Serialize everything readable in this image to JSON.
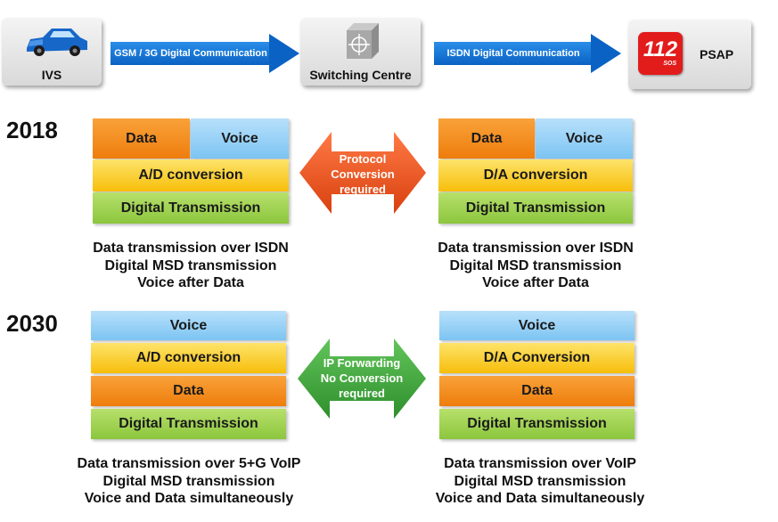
{
  "flow": {
    "ivs_label": "IVS",
    "arrow1_label": "GSM / 3G Digital Communication",
    "switching_label": "Switching Centre",
    "arrow2_label": "ISDN Digital Communication",
    "psap_logo_number": "112",
    "psap_logo_sub": "SOS",
    "psap_label": "PSAP"
  },
  "row2018": {
    "year": "2018",
    "left_stack": {
      "data": "Data",
      "voice": "Voice",
      "conversion": "A/D conversion",
      "transmission": "Digital Transmission"
    },
    "right_stack": {
      "data": "Data",
      "voice": "Voice",
      "conversion": "D/A conversion",
      "transmission": "Digital Transmission"
    },
    "arrow_text": [
      "Protocol",
      "Conversion",
      "required"
    ],
    "left_desc": [
      "Data transmission over ISDN",
      "Digital MSD transmission",
      "Voice after Data"
    ],
    "right_desc": [
      "Data transmission over ISDN",
      "Digital MSD transmission",
      "Voice after Data"
    ]
  },
  "row2030": {
    "year": "2030",
    "left_stack": {
      "voice": "Voice",
      "conversion": "A/D conversion",
      "data": "Data",
      "transmission": "Digital Transmission"
    },
    "right_stack": {
      "voice": "Voice",
      "conversion": "D/A Conversion",
      "data": "Data",
      "transmission": "Digital Transmission"
    },
    "arrow_text": [
      "IP Forwarding",
      "No Conversion",
      "required"
    ],
    "left_desc": [
      "Data transmission over 5+G VoIP",
      "Digital MSD transmission",
      "Voice and Data simultaneously"
    ],
    "right_desc": [
      "Data transmission over VoIP",
      "Digital MSD transmission",
      "Voice and Data simultaneously"
    ]
  },
  "colors": {
    "flow_arrow": "#0a62c4",
    "protocol_arrow": "#e8501c",
    "ip_arrow": "#3aa23a",
    "data_layer": "#ee7d0c",
    "voice_layer": "#7cc4f2",
    "conversion_layer": "#f7be0a",
    "transmission_layer": "#8cc63e"
  }
}
